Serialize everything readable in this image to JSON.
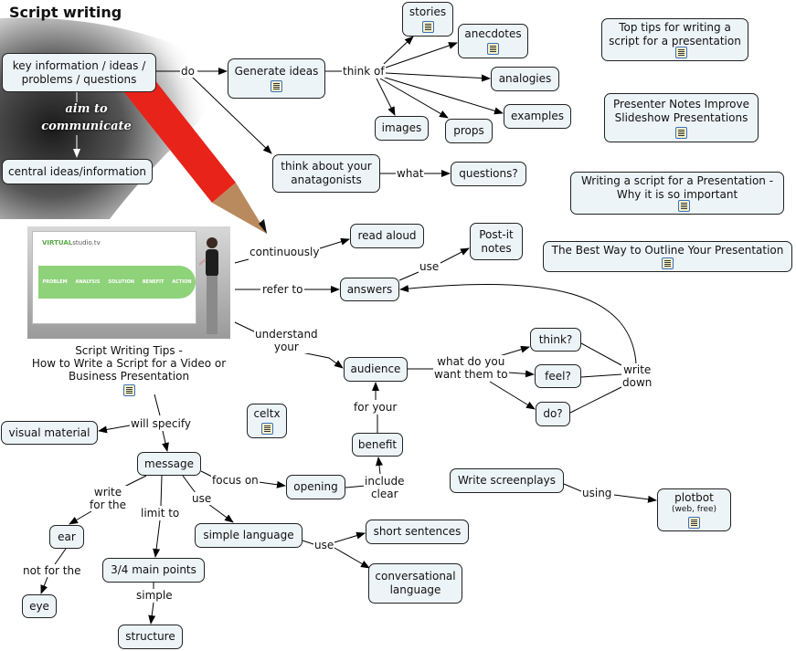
{
  "title": "Script writing",
  "background_note_text": {
    "aim": "aim to",
    "communicate": "communicate"
  },
  "nodes": {
    "key_info": [
      "key information / ideas /",
      "problems / questions"
    ],
    "central_ideas": "central ideas/information",
    "generate_ideas": "Generate ideas",
    "stories": "stories",
    "anecdotes": "anecdotes",
    "analogies": "analogies",
    "examples": "examples",
    "images": "images",
    "props": "props",
    "antagonists": [
      "think about your",
      "anatagonists"
    ],
    "questions": "questions?",
    "top_tips": [
      "Top tips for writing a",
      "script for a presentation"
    ],
    "presenter_notes": [
      "Presenter Notes Improve",
      "Slideshow Presentations"
    ],
    "writing_script": [
      "Writing a script for a Presentation -",
      "Why it is so important"
    ],
    "best_way": "The Best Way to Outline Your Presentation",
    "read_aloud": "read aloud",
    "post_it": [
      "Post-it",
      "notes"
    ],
    "answers": "answers",
    "audience": "audience",
    "think": "think?",
    "feel": "feel?",
    "do": "do?",
    "celtx": "celtx",
    "benefit": "benefit",
    "visual_material": "visual material",
    "message": "message",
    "opening": "opening",
    "write_screenplays": "Write screenplays",
    "plotbot": "plotbot",
    "plotbot_sub": "(web, free)",
    "ear": "ear",
    "simple_language": "simple language",
    "short_sentences": "short sentences",
    "conversational": [
      "conversational",
      "language"
    ],
    "main_points": "3/4 main points",
    "eye": "eye",
    "structure": "structure"
  },
  "video": {
    "logo_brand": "VIRTUAL",
    "logo_rest": "studio.tv",
    "steps": [
      "PROBLEM",
      "ANALYSIS",
      "SOLUTION",
      "BENEFIT",
      "ACTION"
    ],
    "caption": [
      "Script Writing Tips -",
      "How to Write a Script for a Video or",
      "Business Presentation"
    ]
  },
  "links": {
    "do": "do",
    "think_of": "think of",
    "what": "what",
    "continuously": "continuously",
    "refer_to": "refer to",
    "understand_your": [
      "understand",
      "your"
    ],
    "use_postit": "use",
    "want_them_to": [
      "what do you",
      "want them to"
    ],
    "write_down": [
      "write",
      "down"
    ],
    "will_specify": "will specify",
    "focus_on": "focus on",
    "include_clear": [
      "include",
      "clear"
    ],
    "for_your": "for your",
    "write_for_the": [
      "write",
      "for the"
    ],
    "limit_to": "limit to",
    "use_simple": "use",
    "use_short": "use",
    "not_for_the": "not for the",
    "simple": "simple",
    "using": "using"
  },
  "colors": {
    "node_fill": "#edf4f7",
    "node_border": "#222222",
    "pencil": "#e8231a",
    "doc_icon_border": "#3a6fbf"
  }
}
